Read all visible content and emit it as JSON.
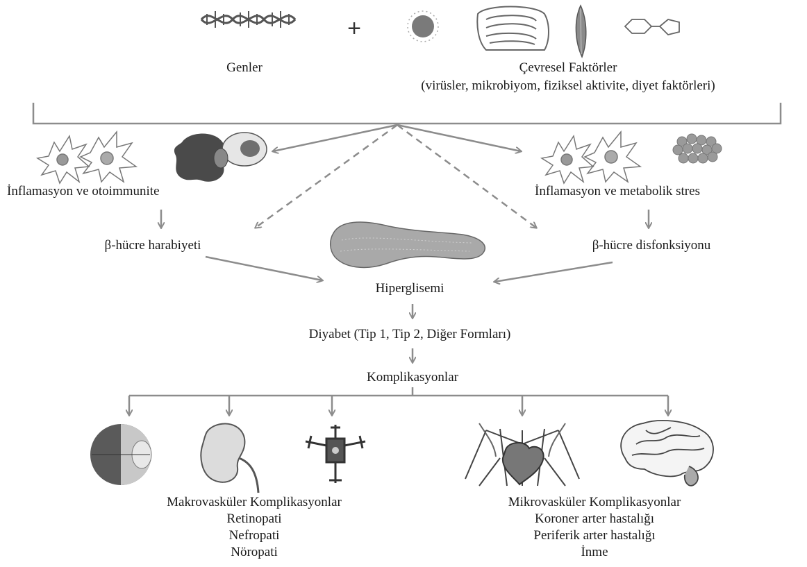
{
  "top": {
    "genes_label": "Genler",
    "plus_sign": "+",
    "env_title": "Çevresel Faktörler",
    "env_detail": "(virüsler, mikrobiyom, fiziksel aktivite, diyet faktörleri)"
  },
  "left_branch": {
    "inflammation": "İnflamasyon ve otoimmunite",
    "beta_cell": "β-hücre harabiyeti"
  },
  "right_branch": {
    "inflammation": "İnflamasyon ve metabolik stres",
    "beta_cell": "β-hücre disfonksiyonu"
  },
  "center": {
    "hyperglycemia": "Hiperglisemi",
    "diabetes": "Diyabet (Tip 1, Tip 2, Diğer Formları)",
    "complications": "Komplikasyonlar"
  },
  "bottom_left": {
    "title": "Makrovasküler Komplikasyonlar",
    "items": [
      "Retinopati",
      "Nefropati",
      "Nöropati"
    ]
  },
  "bottom_right": {
    "title": "Mikrovasküler Komplikasyonlar",
    "items": [
      "Koroner arter hastalığı",
      "Periferik arter hastalığı",
      "İnme"
    ]
  },
  "icons": [
    "dna-icon",
    "virus-icon",
    "intestine-icon",
    "muscle-icon",
    "molecule-icon",
    "immune-cell-icon",
    "macrophage-icon",
    "fat-cells-icon",
    "pancreas-icon",
    "eye-icon",
    "kidney-icon",
    "neuron-icon",
    "heart-vessels-icon",
    "brain-icon"
  ],
  "colors": {
    "arrow": "#8c8c8c",
    "icon_dark": "#555555",
    "icon_light": "#b5b5b5"
  }
}
